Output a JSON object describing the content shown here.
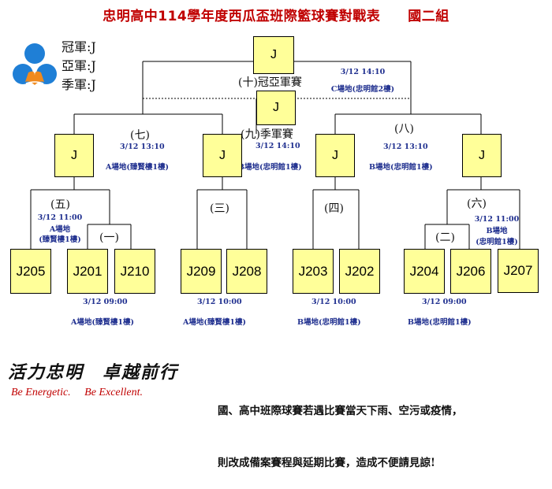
{
  "title": "忠明高中114學年度西瓜盃班際籃球賽對戰表　　國二組",
  "podium": [
    {
      "label": "冠軍:J"
    },
    {
      "label": "亞軍:J"
    },
    {
      "label": "季軍:J"
    }
  ],
  "final": {
    "label": "(十)冠亞軍賽",
    "winner": "J",
    "time": "3/12 14:10",
    "venue": "C場地(忠明館2樓)"
  },
  "third_place": {
    "label": "(九)季軍賽",
    "winner": "J",
    "time": "3/12 14:10",
    "venue": "B場地(忠明館1樓)"
  },
  "semis": [
    {
      "label": "(七)",
      "time": "3/12 13:10",
      "venue": "A場地(臻賢樓1樓)"
    },
    {
      "label": "(八)",
      "time": "3/12 13:10",
      "venue": "B場地(忠明館1樓)"
    }
  ],
  "quarter_winners": [
    "J",
    "J",
    "J",
    "J"
  ],
  "rounds": {
    "r1": {
      "label": "(一)"
    },
    "r2": {
      "label": "(二)"
    },
    "r3": {
      "label": "(三)"
    },
    "r4": {
      "label": "(四)"
    },
    "r5": {
      "label": "(五)",
      "time": "3/12 11:00",
      "venue_line1": "A場地",
      "venue_line2": "(臻賢樓1樓)"
    },
    "r6": {
      "label": "(六)",
      "time": "3/12 11:00",
      "venue_line1": "B場地",
      "venue_line2": "(忠明館1樓)"
    }
  },
  "teams": [
    "J205",
    "J201",
    "J210",
    "J209",
    "J208",
    "J203",
    "J202",
    "J204",
    "J206",
    "J207"
  ],
  "bottom_schedule": [
    {
      "time": "3/12 09:00",
      "venue": "A場地(臻賢樓1樓)"
    },
    {
      "time": "3/12 10:00",
      "venue": "A場地(臻賢樓1樓)"
    },
    {
      "time": "3/12 10:00",
      "venue": "B場地(忠明館1樓)"
    },
    {
      "time": "3/12 09:00",
      "venue": "B場地(忠明館1樓)"
    }
  ],
  "motto": "活力忠明　卓越前行",
  "motto_en": "Be Energetic.     Be Excellent.",
  "notice": [
    "國、高中班際球賽若遇比賽當天下雨、空污或疫情，",
    "則改成備案賽程與延期比賽，造成不便請見諒!"
  ],
  "colors": {
    "title": "#c00000",
    "box_fill": "#ffff99",
    "info_text": "#1f2f8f",
    "logo_blue": "#1f7fd6",
    "logo_orange": "#f08a1e"
  }
}
